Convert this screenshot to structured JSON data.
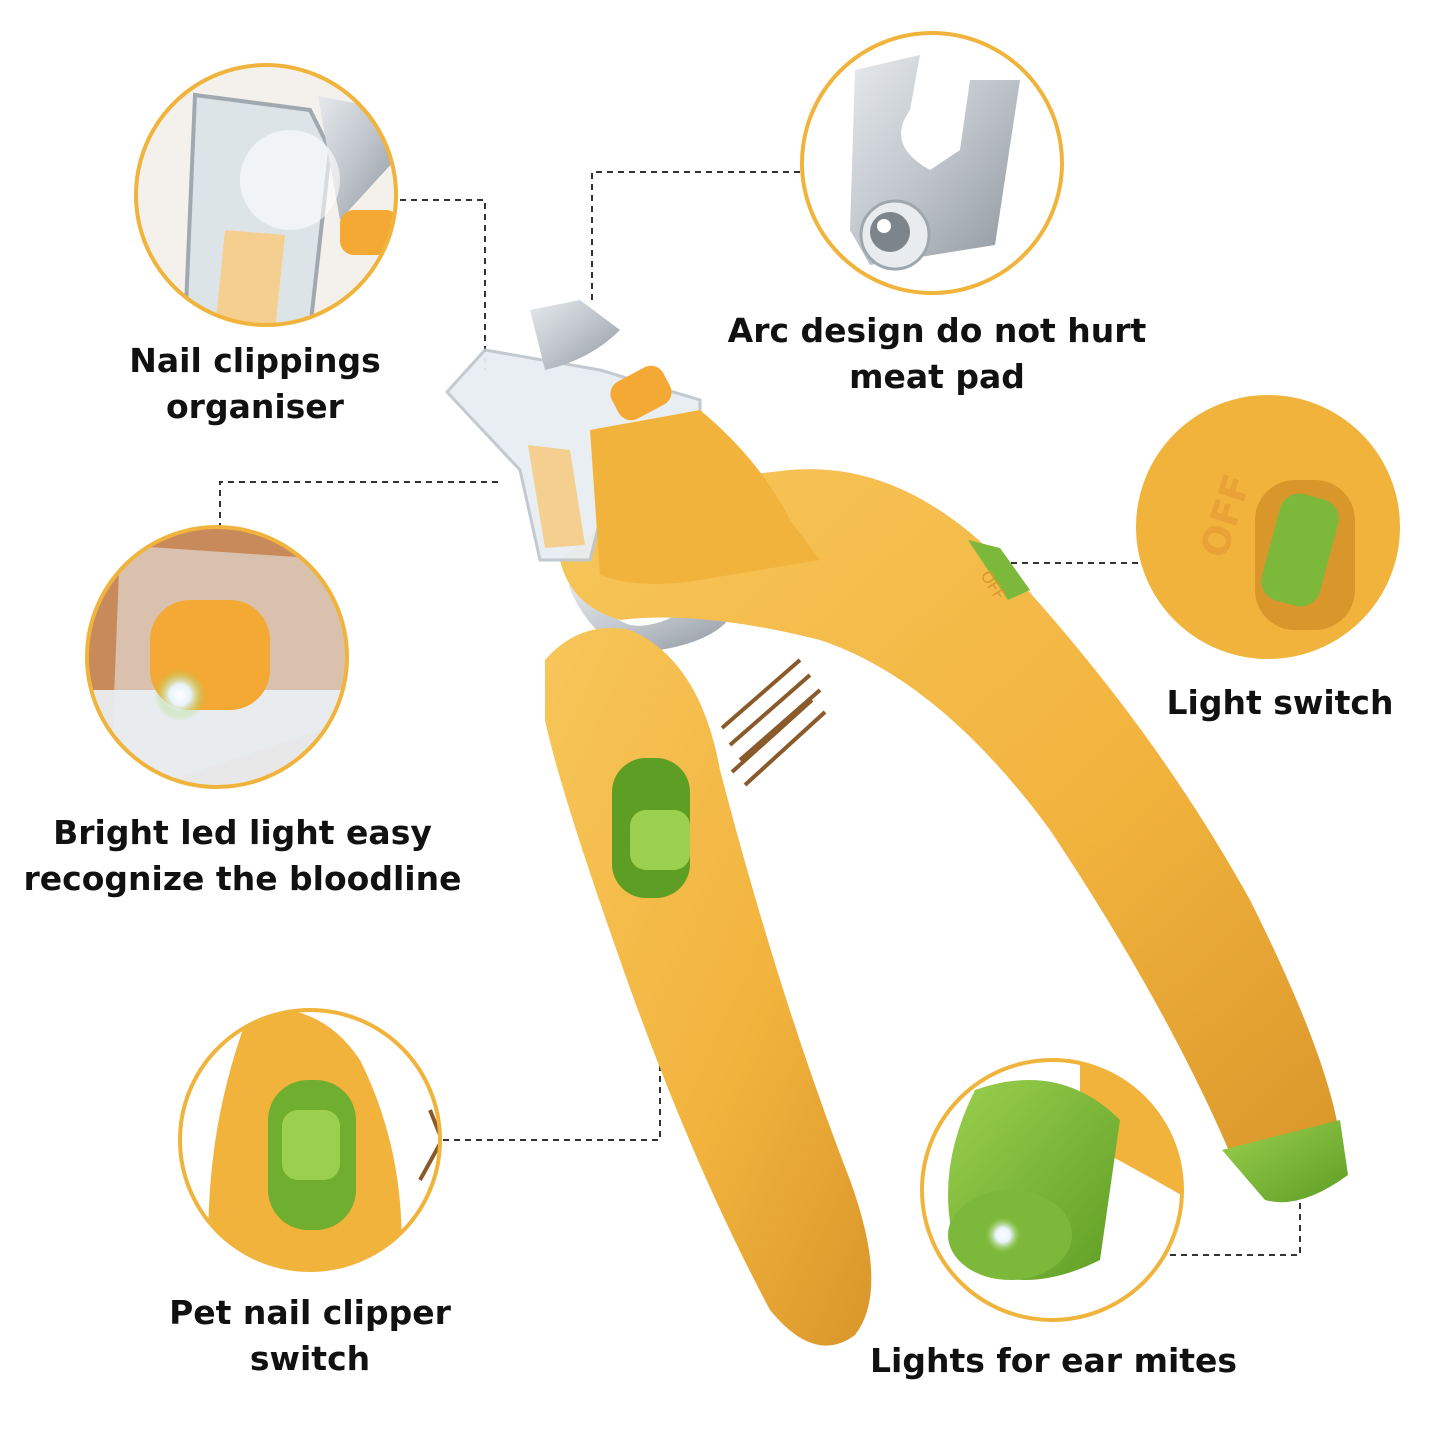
{
  "colors": {
    "body_yellow": "#F2B33D",
    "body_shadow": "#D9962A",
    "accent_green": "#7CB83A",
    "ring_gold": "#F0B43C",
    "steel": "#C9CED3",
    "text": "#111111"
  },
  "callouts": [
    {
      "id": "nail-clippings-organiser",
      "lines": [
        "Nail clippings",
        "organiser"
      ],
      "icon": "clear-cap-closeup"
    },
    {
      "id": "arc-design",
      "lines": [
        "Arc design do not hurt",
        "meat pad"
      ],
      "icon": "steel-blade-closeup"
    },
    {
      "id": "light-switch",
      "lines": [
        "Light switch"
      ],
      "icon": "off-slider-closeup"
    },
    {
      "id": "led-light",
      "lines": [
        "Bright led light easy",
        "recognize the bloodline"
      ],
      "icon": "led-lamp-closeup"
    },
    {
      "id": "clipper-switch",
      "lines": [
        "Pet nail clipper",
        "switch"
      ],
      "icon": "lock-slider-closeup"
    },
    {
      "id": "ear-mites-light",
      "lines": [
        "Lights for ear mites"
      ],
      "icon": "green-tip-light-closeup"
    }
  ],
  "product": {
    "switch_label": "OFF"
  }
}
